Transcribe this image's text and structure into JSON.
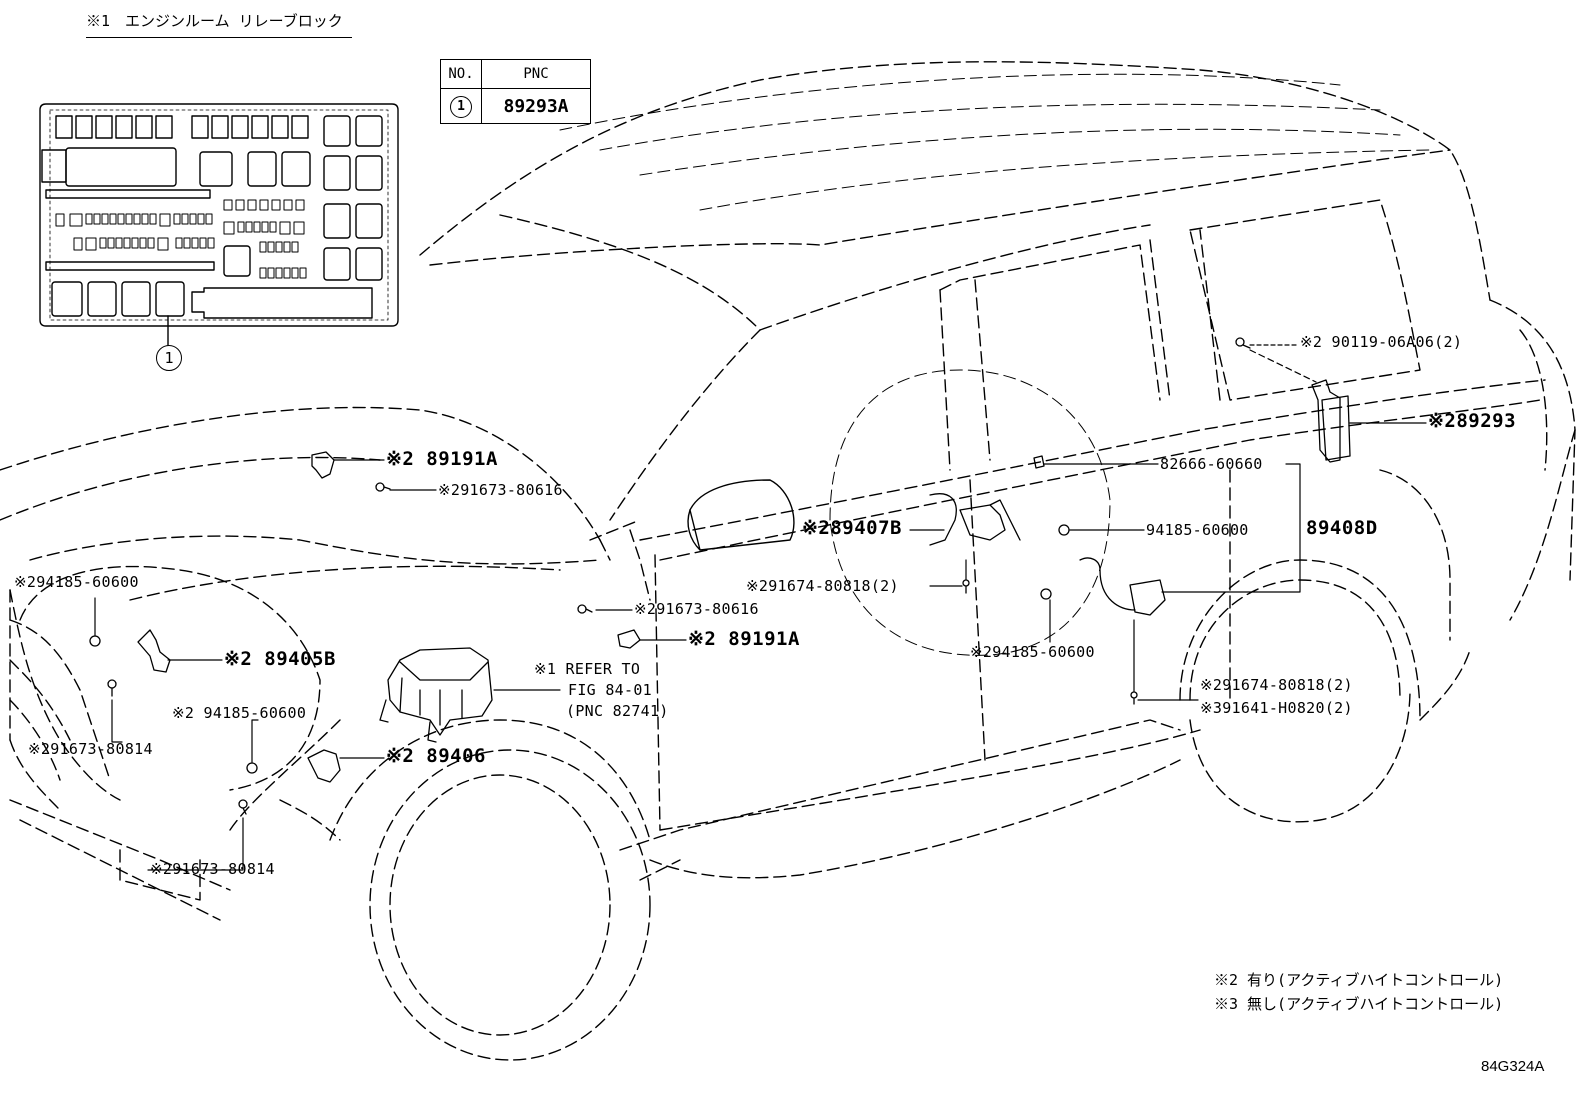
{
  "title": "※1　エンジンルーム リレーブロック",
  "pnc_table": {
    "header_no": "NO.",
    "header_pnc": "PNC",
    "row_no": "1",
    "row_pnc": "89293A"
  },
  "callout_1": "1",
  "labels": {
    "l_90119": "※2 90119-06A06(2)",
    "l_89293": "※289293",
    "l_89191a_top": "※2 89191A",
    "l_91673_80616_top": "※291673-80616",
    "l_82666": "82666-60660",
    "l_89407b": "※289407B",
    "l_94185_right": "94185-60600",
    "l_89408d": "89408D",
    "l_91674_mid": "※291674-80818(2)",
    "l_94185_left": "※294185-60600",
    "l_91673_80616_mid": "※291673-80616",
    "l_89191a_mid": "※2 89191A",
    "l_89405b": "※2 89405B",
    "l_refer1": "※1 REFER TO",
    "l_refer2": "FIG 84-01",
    "l_refer3": "(PNC 82741)",
    "l_94185_bottom": "※294185-60600",
    "l_91674_right": "※291674-80818(2)",
    "l_91641": "※391641-H0820(2)",
    "l_94185_front": "※2 94185-60600",
    "l_91673_80814_a": "※291673-80814",
    "l_89406": "※2 89406",
    "l_91673_80814_b": "※291673-80814"
  },
  "notes": [
    "※2 有り(アクティブハイトコントロール)",
    "※3 無し(アクティブハイトコントロール)"
  ],
  "drawing_code": "84G324A"
}
